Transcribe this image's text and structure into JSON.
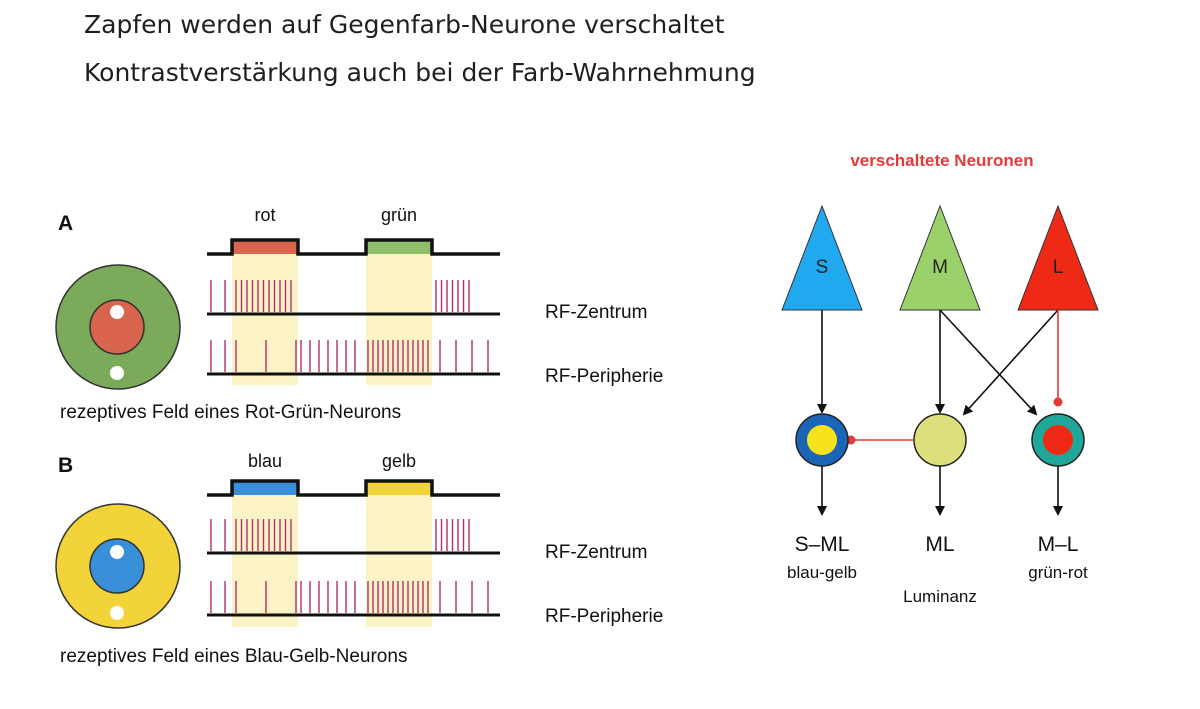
{
  "title": {
    "line1": "Zapfen werden auf Gegenfarb-Neurone verschaltet",
    "line2": "Kontrastverstärkung auch bei der Farb-Wahrnehmung"
  },
  "panel_a": {
    "letter": "A",
    "stimulus1": "rot",
    "stimulus2": "grün",
    "row_center": "RF-Zentrum",
    "row_periphery": "RF-Peripherie",
    "caption": "rezeptives Feld eines Rot-Grün-Neurons",
    "colors": {
      "surround": "#7aaa5a",
      "center": "#d9654e",
      "stim1": "#d9654e",
      "stim2": "#8fbf6a"
    }
  },
  "panel_b": {
    "letter": "B",
    "stimulus1": "blau",
    "stimulus2": "gelb",
    "row_center": "RF-Zentrum",
    "row_periphery": "RF-Peripherie",
    "caption": "rezeptives Feld eines Blau-Gelb-Neurons",
    "colors": {
      "surround": "#f2d33a",
      "center": "#3a8fd9",
      "stim1": "#3a8fd9",
      "stim2": "#f2d33a"
    }
  },
  "right": {
    "heading": "verschaltete Neuronen",
    "cones": [
      {
        "label": "S",
        "color": "#21a9ef"
      },
      {
        "label": "M",
        "color": "#9bd16a"
      },
      {
        "label": "L",
        "color": "#ee2a16"
      }
    ],
    "outputs": [
      {
        "label": "S–ML",
        "sub": "blau-gelb"
      },
      {
        "label": "ML",
        "sub": "Luminanz"
      },
      {
        "label": "M–L",
        "sub": "grün-rot"
      }
    ]
  }
}
